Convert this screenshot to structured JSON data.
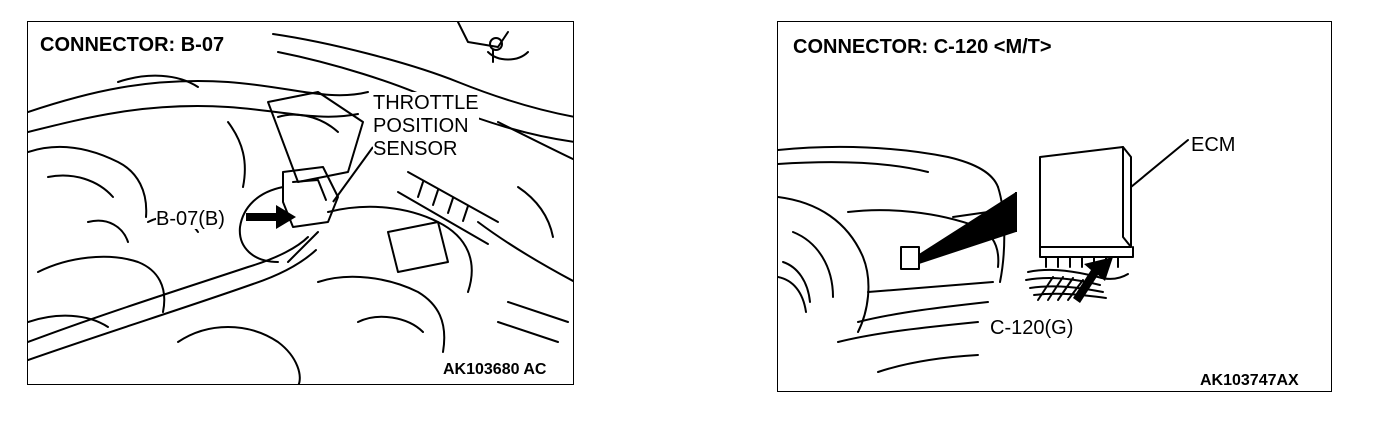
{
  "panels": [
    {
      "title": "CONNECTOR: B-07",
      "component_label": "THROTTLE\nPOSITION\nSENSOR",
      "connector_label": "B-07(B)",
      "figure_code": "AK103680 AC"
    },
    {
      "title": "CONNECTOR: C-120 <M/T>",
      "component_label": "ECM",
      "connector_label": "C-120(G)",
      "figure_code": "AK103747AX"
    }
  ],
  "colors": {
    "line": "#000000",
    "background": "#ffffff"
  },
  "icons": [
    "arrow-icon",
    "arrow-icon"
  ]
}
